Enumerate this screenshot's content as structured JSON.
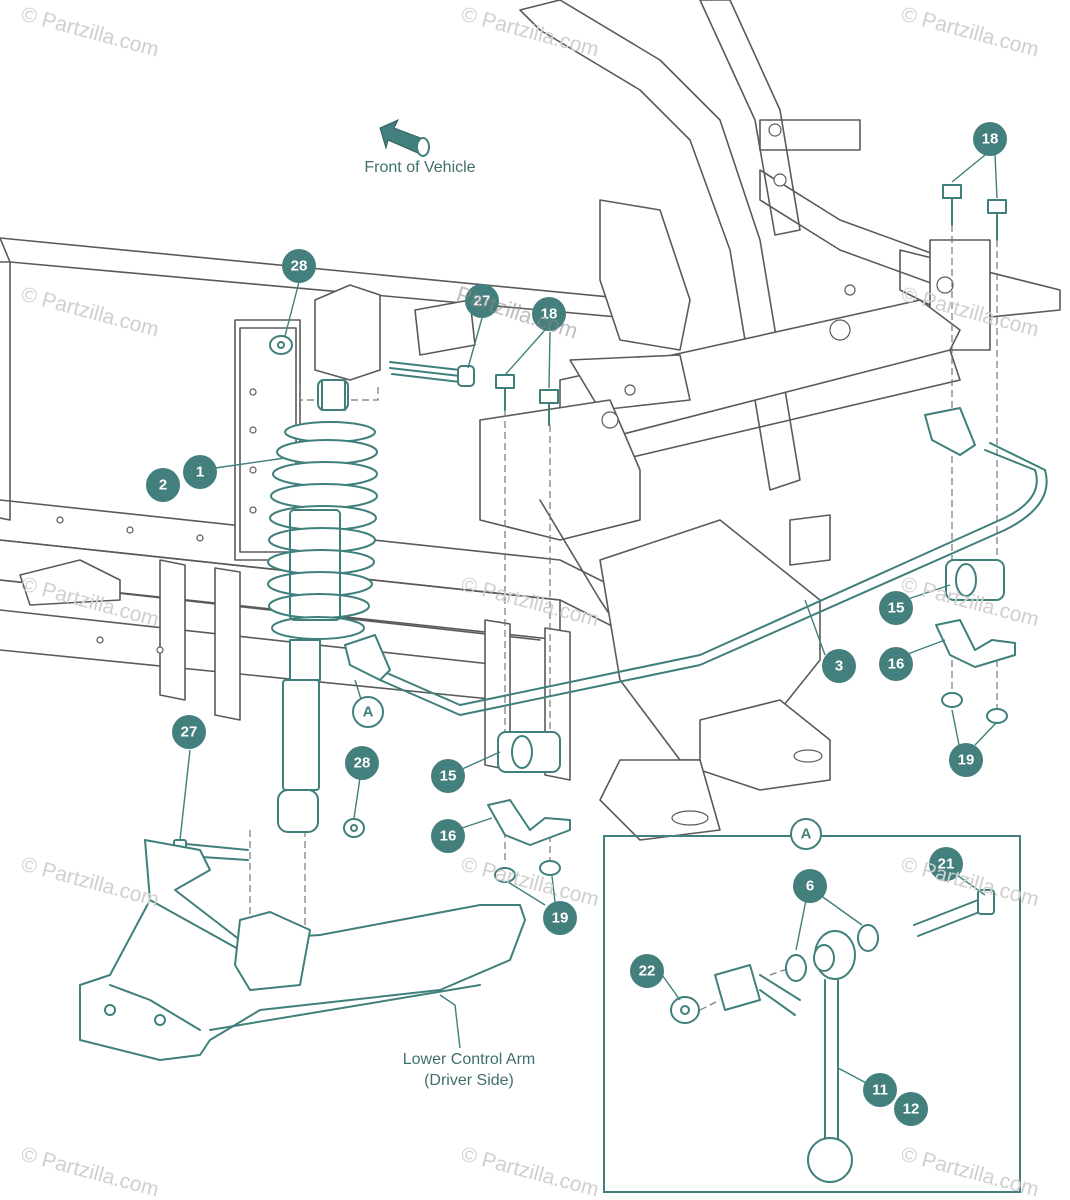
{
  "diagram": {
    "front_label": "Front of Vehicle",
    "lower_arm_label": [
      "Lower Control Arm",
      "(Driver Side)"
    ],
    "detail_ref": "A",
    "watermark": "© Partzilla.com",
    "watermark_alt": "Partzilla.com",
    "colors": {
      "accent": "#437f7c",
      "line": "#5a5a5a"
    },
    "icons": [
      "direction-arrow-icon"
    ],
    "callouts": [
      "28",
      "27",
      "18",
      "18",
      "2",
      "1",
      "3",
      "15",
      "16",
      "19",
      "27",
      "28",
      "15",
      "16",
      "19",
      "6",
      "21",
      "22",
      "11",
      "12"
    ]
  }
}
